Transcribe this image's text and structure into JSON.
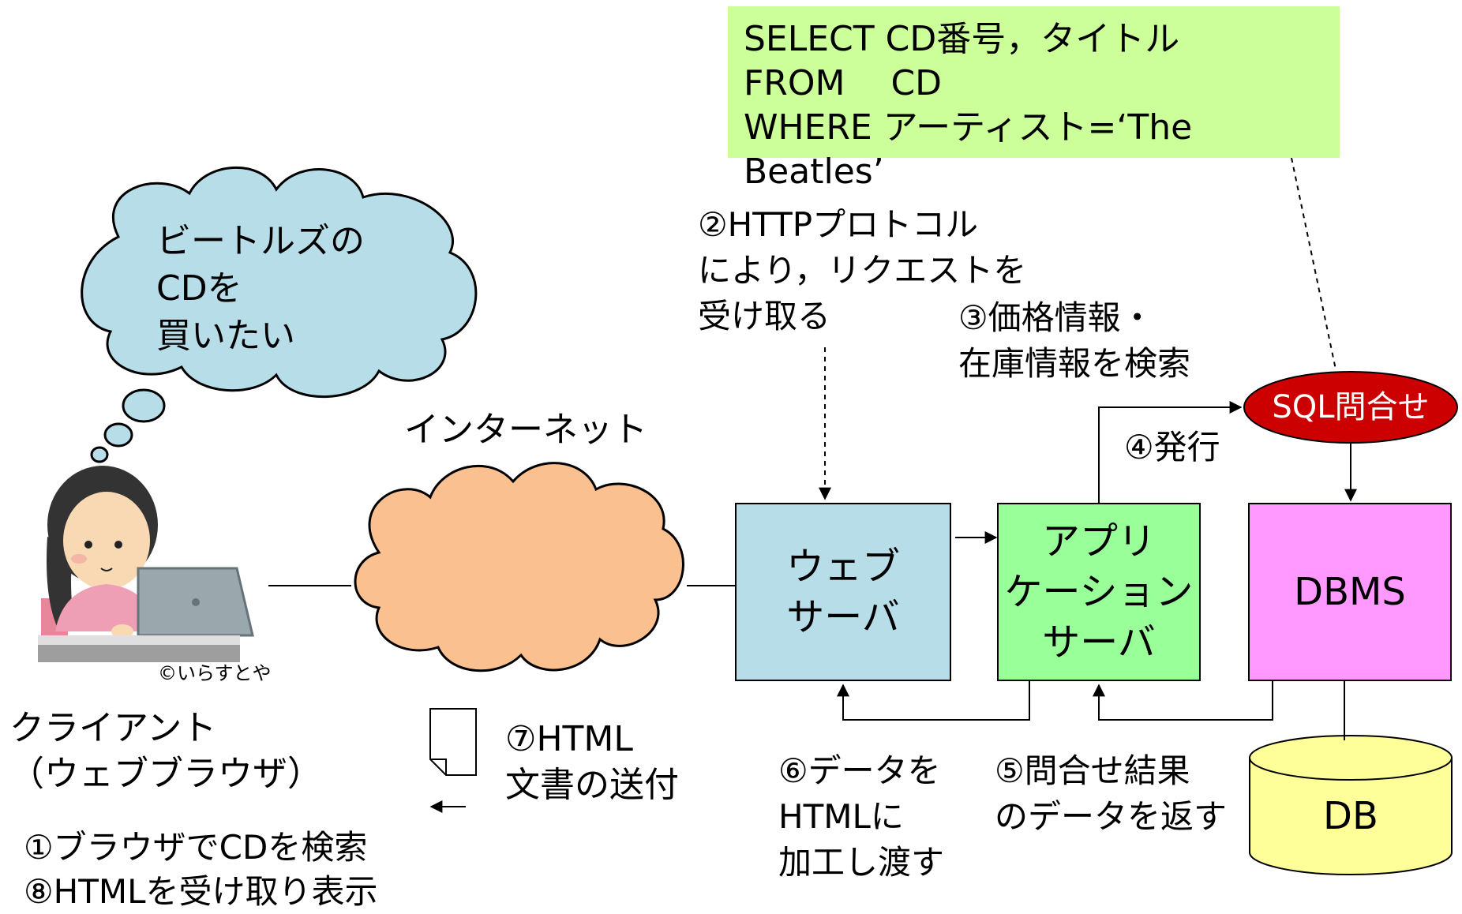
{
  "sql_query": [
    "SELECT CD番号，タイトル",
    "FROM　 CD",
    "WHERE アーティスト=‘The Beatles’"
  ],
  "thought_bubble": [
    "ビートルズの",
    "CDを",
    "買いたい"
  ],
  "internet_label": "インターネット",
  "copyright_credit": "©いらすとや",
  "client_label": [
    "クライアント",
    "（ウェブブラウザ）"
  ],
  "client_steps": [
    "①ブラウザでCDを検索",
    "⑧HTMLを受け取り表示"
  ],
  "step2": [
    "②HTTPプロトコル",
    "により，リクエストを",
    "受け取る"
  ],
  "step3": [
    "③価格情報・",
    "在庫情報を検索"
  ],
  "step4": "④発行",
  "step5": [
    "⑤問合せ結果",
    "のデータを返す"
  ],
  "step6": [
    "⑥データを",
    "HTMLに",
    "加工し渡す"
  ],
  "step7": [
    "⑦HTML",
    "文書の送付"
  ],
  "sql_oval_label": "SQL問合せ",
  "boxes": {
    "web_server": [
      "ウェブ",
      "サーバ"
    ],
    "app_server": [
      "アプリ",
      "ケーション",
      "サーバ"
    ],
    "dbms": "DBMS",
    "db": "DB"
  },
  "colors": {
    "sql_box": "#ccff99",
    "thought_bubble": "#b7dde8",
    "internet_cloud": "#fac08f",
    "web_server": "#b7dde8",
    "app_server": "#99ff99",
    "dbms": "#ff99ff",
    "db_cylinder": "#ffff99",
    "sql_oval": "#cc0000"
  }
}
